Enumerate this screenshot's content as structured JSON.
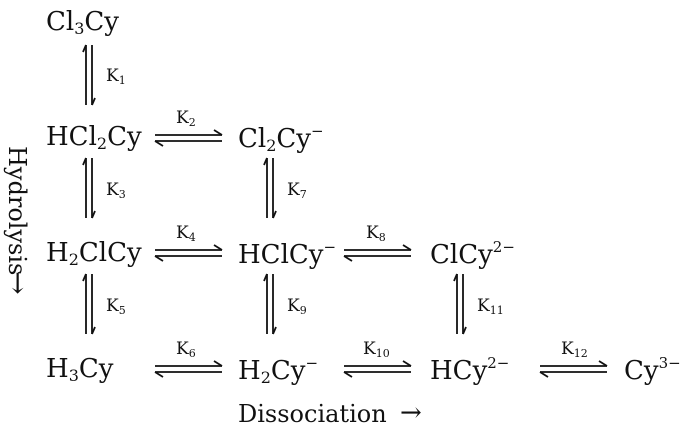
{
  "species": {
    "cl3cy": {
      "base1": "Cl",
      "sub1": "3",
      "base2": "Cy"
    },
    "hcl2cy": {
      "base1": "HCl",
      "sub1": "2",
      "base2": "Cy"
    },
    "cl2cy_m": {
      "base1": "Cl",
      "sub1": "2",
      "base2": "Cy",
      "sup": "−"
    },
    "h2clcy": {
      "base1": "H",
      "sub1": "2",
      "base2": "ClCy"
    },
    "hclcy_m": {
      "base1": "HClCy",
      "sup": "−"
    },
    "clcy_2m": {
      "base1": "ClCy",
      "sup": "2−"
    },
    "h3cy": {
      "base1": "H",
      "sub1": "3",
      "base2": "Cy"
    },
    "h2cy_m": {
      "base1": "H",
      "sub1": "2",
      "base2": "Cy",
      "sup": "−"
    },
    "hcy_2m": {
      "base1": "HCy",
      "sup": "2−"
    },
    "cy_3m": {
      "base1": "Cy",
      "sup": "3−"
    }
  },
  "constants": {
    "k1": {
      "letter": "K",
      "index": "1"
    },
    "k2": {
      "letter": "K",
      "index": "2"
    },
    "k3": {
      "letter": "K",
      "index": "3"
    },
    "k4": {
      "letter": "K",
      "index": "4"
    },
    "k5": {
      "letter": "K",
      "index": "5"
    },
    "k6": {
      "letter": "K",
      "index": "6"
    },
    "k7": {
      "letter": "K",
      "index": "7"
    },
    "k8": {
      "letter": "K",
      "index": "8"
    },
    "k9": {
      "letter": "K",
      "index": "9"
    },
    "k10": {
      "letter": "K",
      "index": "10"
    },
    "k11": {
      "letter": "K",
      "index": "11"
    },
    "k12": {
      "letter": "K",
      "index": "12"
    }
  },
  "axes": {
    "hydrolysis": "Hydrolysis",
    "hydrolysis_arrow": "↓",
    "dissociation": "Dissociation",
    "dissociation_arrow": "→"
  }
}
